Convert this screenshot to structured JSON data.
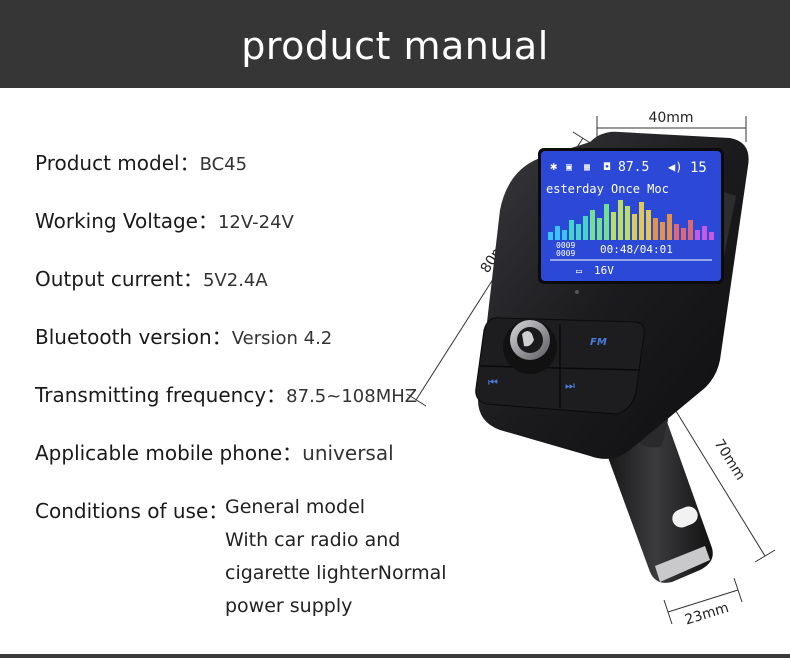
{
  "header": {
    "title": "product manual"
  },
  "specs": [
    {
      "label": "Product model：",
      "value": "BC45"
    },
    {
      "label": "Working Voltage：",
      "value": "12V-24V"
    },
    {
      "label": "Output current：",
      "value": "5V2.4A"
    },
    {
      "label": "Bluetooth version：",
      "value": "Version 4.2"
    },
    {
      "label": "Transmitting frequency：",
      "value": "87.5~108MHZ"
    },
    {
      "label": "Applicable mobile phone：",
      "value": "universal"
    }
  ],
  "conditions": {
    "label": "Conditions of use：",
    "lines": [
      "General model",
      "With car radio and",
      "cigarette lighterNormal",
      "power supply"
    ]
  },
  "dimensions": {
    "width": "40mm",
    "height": "80mm",
    "length": "70mm",
    "depth": "23mm"
  },
  "screen": {
    "frequency": "87.5",
    "volume": "15",
    "song": "esterday Once Moc",
    "track_top": "0009",
    "track_bottom": "0009",
    "time": "00:48/04:01",
    "voltage": "16V"
  },
  "buttons": {
    "mode": "FM",
    "prev": "⏮",
    "next": "⏭"
  },
  "colors": {
    "banner": "#363636",
    "screen_bg": "#2b48d6",
    "body": "#1c1c1e",
    "button_icon": "#4a7bd8"
  }
}
